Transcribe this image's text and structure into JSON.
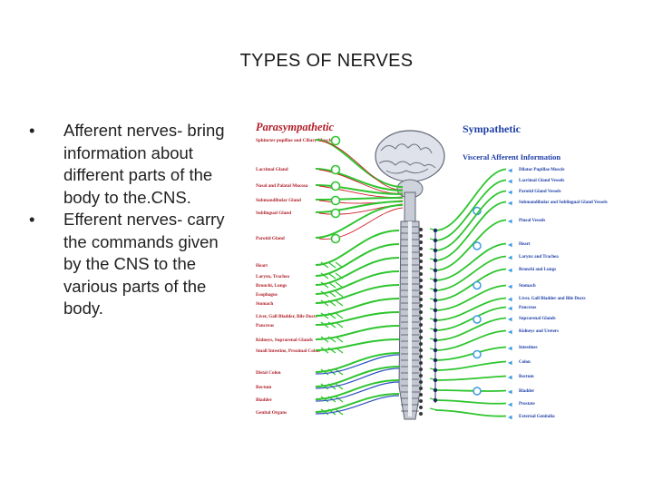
{
  "slide": {
    "title": "TYPES OF NERVES",
    "bullets": [
      "Afferent nerves- bring information about different parts of the body to the.CNS.",
      "Efferent nerves- carry the commands given by the CNS to the various parts of the body."
    ],
    "bullet_char": "•"
  },
  "figure": {
    "parasympathetic_title": "Parasympathetic",
    "sympathetic_title": "Sympathetic",
    "visceral_title": "Visceral Afferent Information",
    "left_labels": [
      "Sphincter pupillae and Ciliary Muscles",
      "Lacrimal Gland",
      "Nasal and Palatal Mucosa",
      "Submandibular Gland",
      "Sublingual Gland",
      "Parotid Gland",
      "Heart",
      "Larynx, Trachea",
      "Bronchi, Lungs",
      "Esophagus",
      "Stomach",
      "Liver, Gall Bladder, Bile Ducts",
      "Pancreas",
      "Kidneys, Suprarenal Glands",
      "Small Intestine, Proximal Colon",
      "Distal Colon",
      "Rectum",
      "Bladder",
      "Genital Organs"
    ],
    "right_labels": [
      "Dilator Pupillae Muscle",
      "Lacrimal Gland Vessels",
      "Parotid Gland Vessels",
      "Submandibular and Sublingual Gland Vessels",
      "Pineal Vessels",
      "Heart",
      "Larynx and Trachea",
      "Bronchi and Lungs",
      "Stomach",
      "Liver, Gall Bladder and Bile Ducts",
      "Pancreas",
      "Suprarenal Glands",
      "Kidneys and Ureters",
      "Intestines",
      "Colon",
      "Rectum",
      "Bladder",
      "Prostate",
      "External Genitalia"
    ],
    "colors": {
      "parasympathetic_nerve": "#2fc52f",
      "sympathetic_nerve": "#3a9be0",
      "afferent": "#2e4fc2",
      "efferent_red": "#d01f2a",
      "title_red": "#b0202a",
      "title_blue": "#1f3fa8",
      "cord": "#b8bcc8"
    }
  }
}
